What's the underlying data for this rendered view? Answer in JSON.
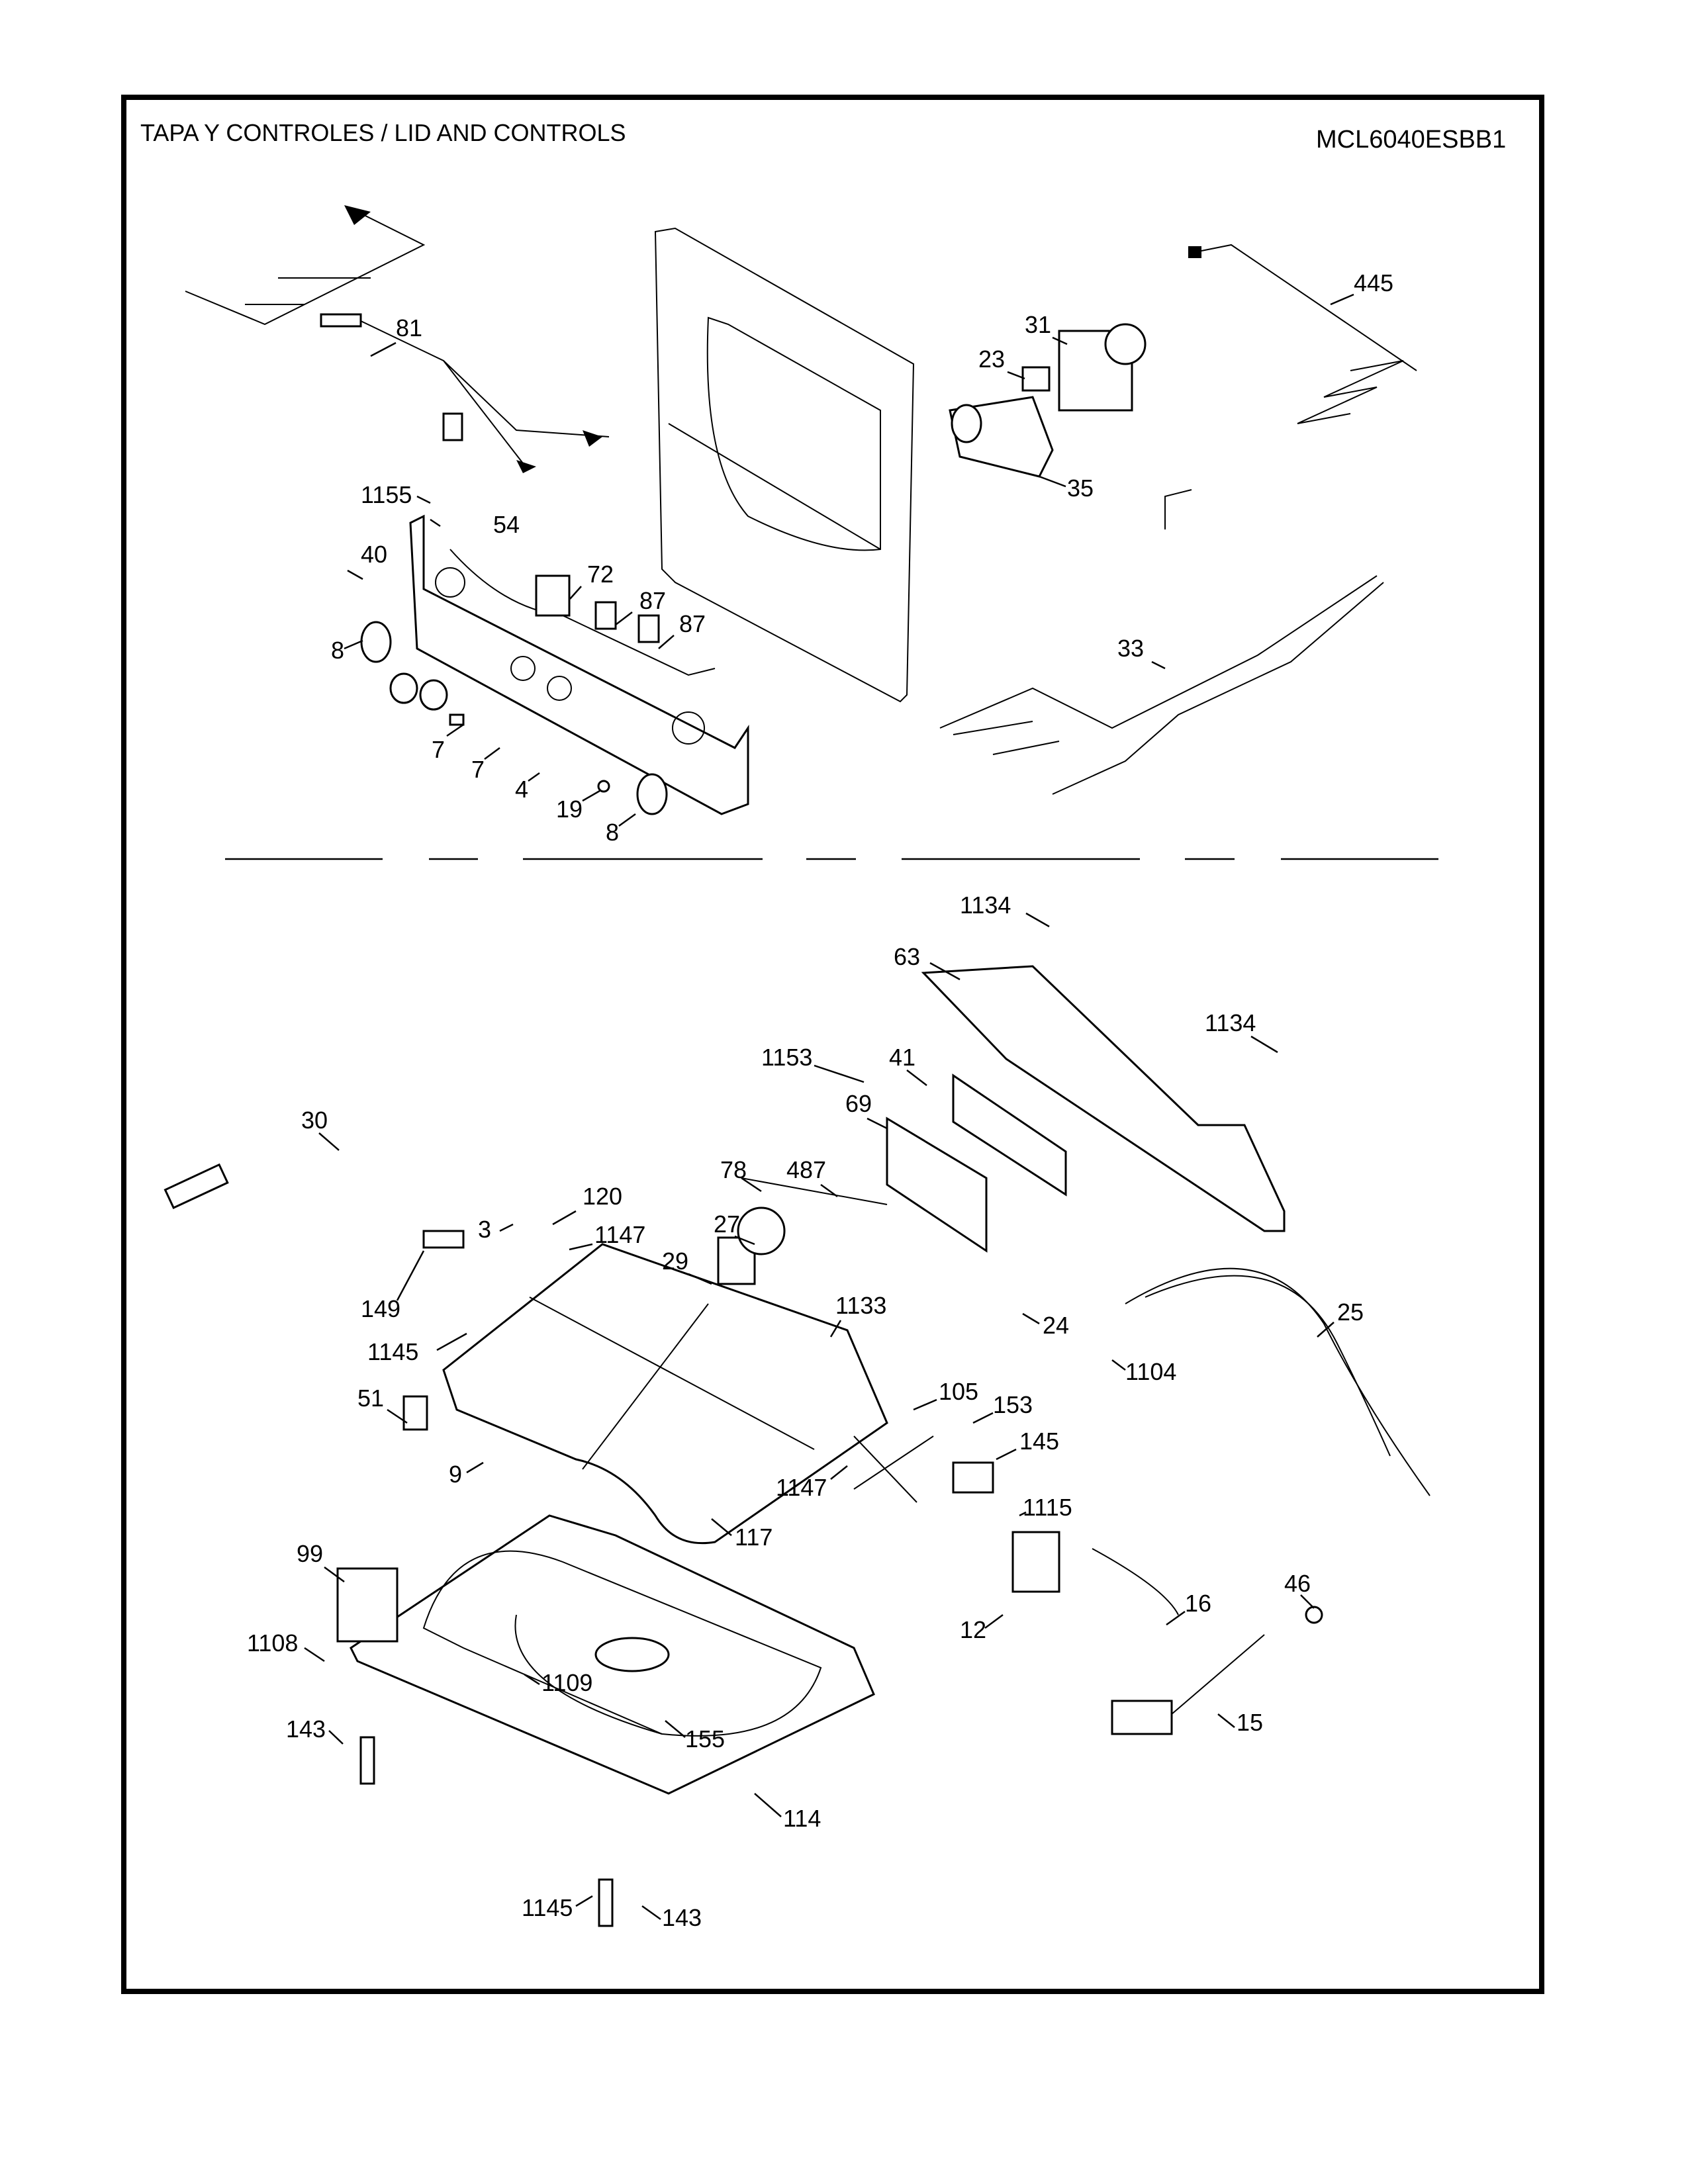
{
  "header": {
    "title": "TAPA Y  CONTROLES / LID AND CONTROLS",
    "model": "MCL6040ESBB1"
  },
  "callouts": [
    {
      "id": "81",
      "label": "81"
    },
    {
      "id": "31",
      "label": "31"
    },
    {
      "id": "23",
      "label": "23"
    },
    {
      "id": "445",
      "label": "445"
    },
    {
      "id": "35",
      "label": "35"
    },
    {
      "id": "1155",
      "label": "1155"
    },
    {
      "id": "54",
      "label": "54"
    },
    {
      "id": "40",
      "label": "40"
    },
    {
      "id": "72",
      "label": "72"
    },
    {
      "id": "87a",
      "label": "87"
    },
    {
      "id": "87b",
      "label": "87"
    },
    {
      "id": "33",
      "label": "33"
    },
    {
      "id": "8a",
      "label": "8"
    },
    {
      "id": "7a",
      "label": "7"
    },
    {
      "id": "7b",
      "label": "7"
    },
    {
      "id": "4",
      "label": "4"
    },
    {
      "id": "19",
      "label": "19"
    },
    {
      "id": "8b",
      "label": "8"
    },
    {
      "id": "1134a",
      "label": "1134"
    },
    {
      "id": "63",
      "label": "63"
    },
    {
      "id": "1134b",
      "label": "1134"
    },
    {
      "id": "1153",
      "label": "1153"
    },
    {
      "id": "41",
      "label": "41"
    },
    {
      "id": "30",
      "label": "30"
    },
    {
      "id": "69",
      "label": "69"
    },
    {
      "id": "78",
      "label": "78"
    },
    {
      "id": "487",
      "label": "487"
    },
    {
      "id": "120",
      "label": "120"
    },
    {
      "id": "3",
      "label": "3"
    },
    {
      "id": "1147a",
      "label": "1147"
    },
    {
      "id": "27",
      "label": "27"
    },
    {
      "id": "29",
      "label": "29"
    },
    {
      "id": "149",
      "label": "149"
    },
    {
      "id": "1133",
      "label": "1133"
    },
    {
      "id": "24",
      "label": "24"
    },
    {
      "id": "25",
      "label": "25"
    },
    {
      "id": "1145a",
      "label": "1145"
    },
    {
      "id": "1104",
      "label": "1104"
    },
    {
      "id": "51",
      "label": "51"
    },
    {
      "id": "105",
      "label": "105"
    },
    {
      "id": "153",
      "label": "153"
    },
    {
      "id": "145",
      "label": "145"
    },
    {
      "id": "9",
      "label": "9"
    },
    {
      "id": "1147b",
      "label": "1147"
    },
    {
      "id": "1115",
      "label": "1115"
    },
    {
      "id": "117",
      "label": "117"
    },
    {
      "id": "99",
      "label": "99"
    },
    {
      "id": "46",
      "label": "46"
    },
    {
      "id": "16",
      "label": "16"
    },
    {
      "id": "12",
      "label": "12"
    },
    {
      "id": "1108",
      "label": "1108"
    },
    {
      "id": "1109",
      "label": "1109"
    },
    {
      "id": "15",
      "label": "15"
    },
    {
      "id": "143a",
      "label": "143"
    },
    {
      "id": "155",
      "label": "155"
    },
    {
      "id": "114",
      "label": "114"
    },
    {
      "id": "1145b",
      "label": "1145"
    },
    {
      "id": "143b",
      "label": "143"
    }
  ]
}
